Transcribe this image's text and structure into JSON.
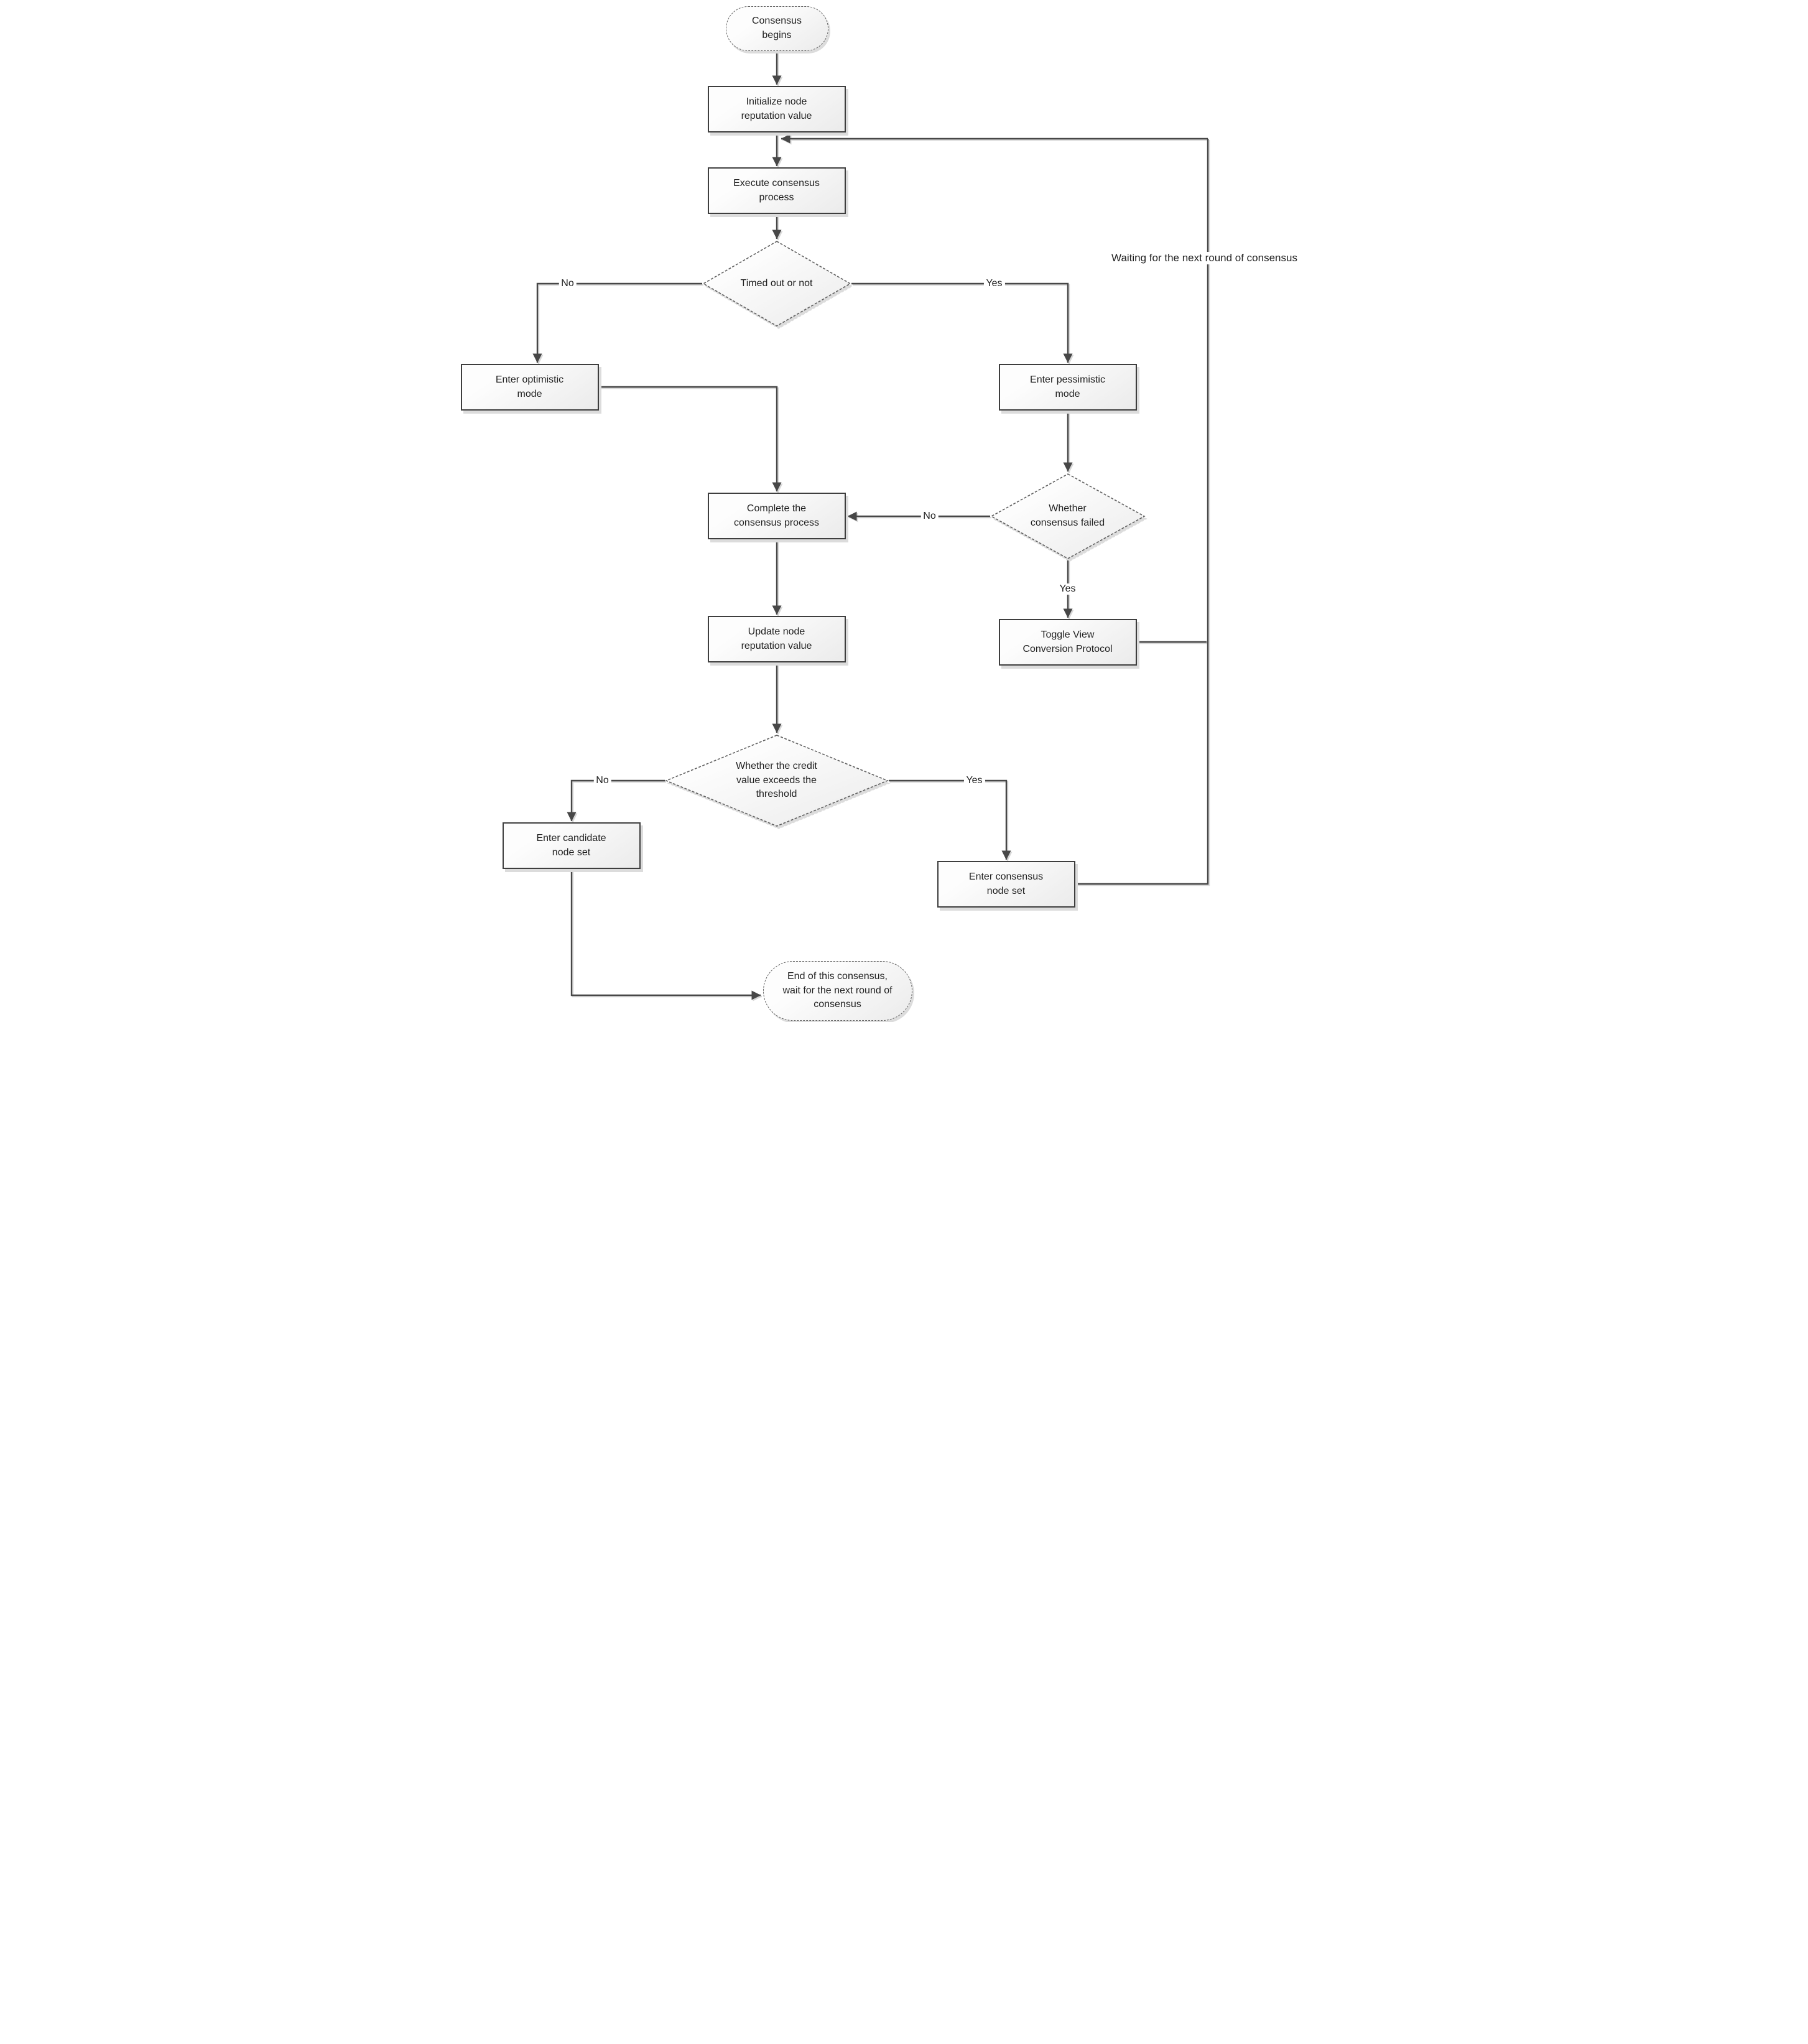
{
  "colors": {
    "line": "#474747",
    "shape-border": "#3e3e3e",
    "terminal-border": "#5f5f5f",
    "fill-light": "#fdfdfd",
    "fill-dark": "#ebebeb",
    "shadow": "#dcdcdc",
    "text": "#1f1f1f"
  },
  "nodes": {
    "start": {
      "label": "Consensus\nbegins"
    },
    "initialize": {
      "label": "Initialize node\nreputation value"
    },
    "execute": {
      "label": "Execute consensus\nprocess"
    },
    "timed_out": {
      "label": "Timed out or not"
    },
    "optimistic": {
      "label": "Enter optimistic\nmode"
    },
    "pessimistic": {
      "label": "Enter pessimistic\nmode"
    },
    "consensus_failed": {
      "label": "Whether\nconsensus failed"
    },
    "complete": {
      "label": "Complete the\nconsensus process"
    },
    "toggle_view": {
      "label": "Toggle View\nConversion Protocol"
    },
    "update": {
      "label": "Update node\nreputation value"
    },
    "credit_threshold": {
      "label": "Whether the credit\nvalue exceeds the\nthreshold"
    },
    "candidate": {
      "label": "Enter candidate\nnode set"
    },
    "consensus_set": {
      "label": "Enter consensus\nnode set"
    },
    "end": {
      "label": "End of this consensus,\nwait for the next round of\nconsensus"
    }
  },
  "edge_labels": {
    "timed_out_no": "No",
    "timed_out_yes": "Yes",
    "consensus_failed_no": "No",
    "consensus_failed_yes": "Yes",
    "credit_no": "No",
    "credit_yes": "Yes",
    "waiting": "Waiting for the next round of consensus"
  }
}
